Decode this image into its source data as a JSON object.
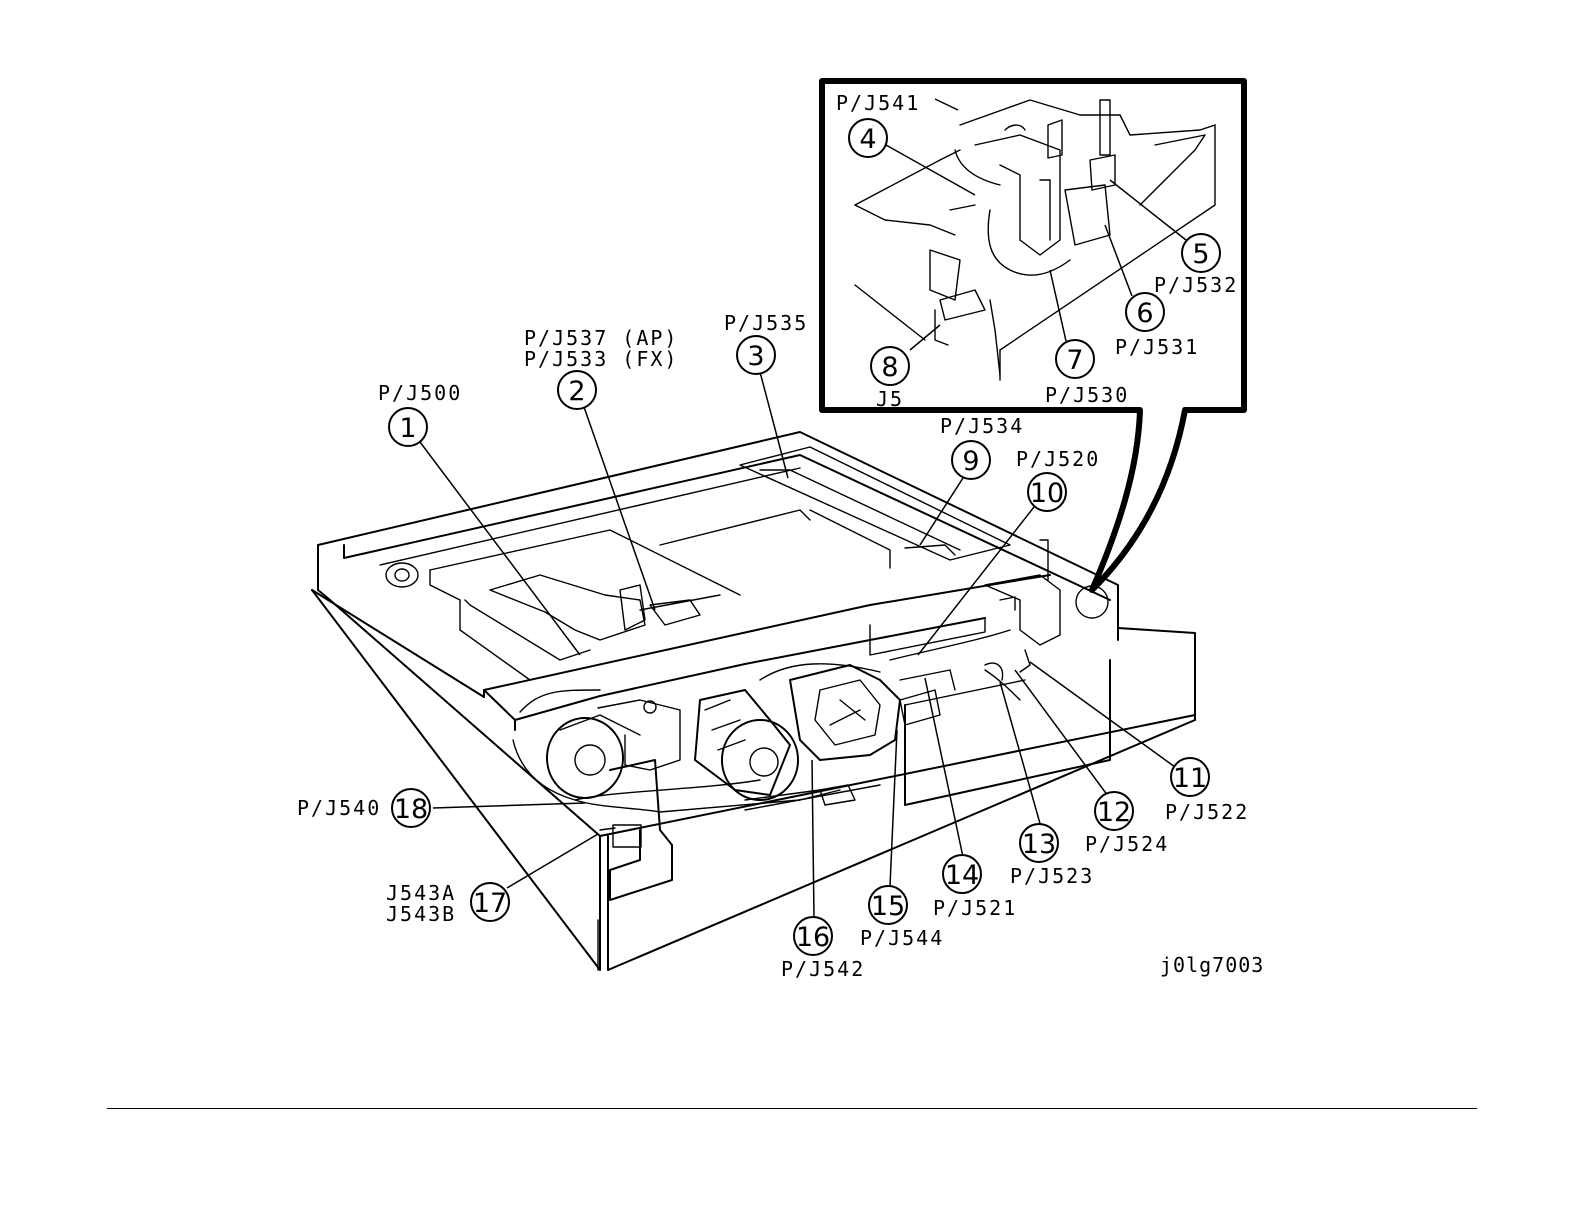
{
  "figure_id": "j0lg7003",
  "callouts": [
    {
      "num": "1",
      "labels": [
        "P/J500"
      ]
    },
    {
      "num": "2",
      "labels": [
        "P/J537 (AP)",
        "P/J533 (FX)"
      ]
    },
    {
      "num": "3",
      "labels": [
        "P/J535"
      ]
    },
    {
      "num": "4",
      "labels": [
        "P/J541"
      ]
    },
    {
      "num": "5",
      "labels": [
        "P/J532"
      ]
    },
    {
      "num": "6",
      "labels": [
        "P/J531"
      ]
    },
    {
      "num": "7",
      "labels": [
        "P/J530"
      ]
    },
    {
      "num": "8",
      "labels": [
        "J5"
      ]
    },
    {
      "num": "9",
      "labels": [
        "P/J534"
      ]
    },
    {
      "num": "10",
      "labels": [
        "P/J520"
      ]
    },
    {
      "num": "11",
      "labels": [
        "P/J522"
      ]
    },
    {
      "num": "12",
      "labels": [
        "P/J524"
      ]
    },
    {
      "num": "13",
      "labels": [
        "P/J523"
      ]
    },
    {
      "num": "14",
      "labels": [
        "P/J521"
      ]
    },
    {
      "num": "15",
      "labels": [
        "P/J544"
      ]
    },
    {
      "num": "16",
      "labels": [
        "P/J542"
      ]
    },
    {
      "num": "17",
      "labels": [
        "J543A",
        "J543B"
      ]
    },
    {
      "num": "18",
      "labels": [
        "P/J540"
      ]
    }
  ]
}
